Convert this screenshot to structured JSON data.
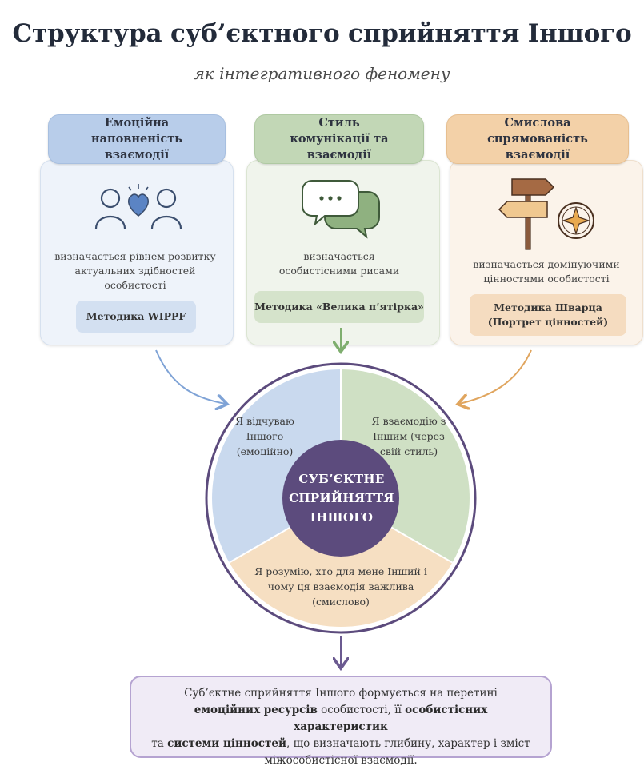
{
  "title": "Структура суб’єктного сприйняття Іншого",
  "subtitle": "як інтегративного феномену",
  "cards": [
    {
      "heading": "Емоційна наповненість взаємодії",
      "description": "визначається рівнем розвитку актуальних здібностей особистості",
      "method": "Методика WIPPF",
      "icon": "people-heart-icon",
      "color": "#b8cdea"
    },
    {
      "heading": "Стиль комунікації та взаємодії",
      "description": "визначається особистісними рисами",
      "method": "Методика «Велика п’ятірка»",
      "icon": "speech-bubbles-icon",
      "color": "#c2d7b6"
    },
    {
      "heading": "Смислова спрямованість взаємодії",
      "description": "визначається домінуючими цінностями особистості",
      "method": "Методика Шварца (Портрет цінностей)",
      "icon": "signpost-compass-icon",
      "color": "#f3d1a8"
    }
  ],
  "segments": {
    "emotional": "Я відчуваю Іншого (емоційно)",
    "style": "Я взаємодію з Іншим (через свій стиль)",
    "meaning": "Я розумію, хто для мене Інший і чому ця взаємодія важлива (смислово)"
  },
  "center": "СУБ’ЄКТНЕ СПРИЙНЯТТЯ ІНШОГО",
  "summary": {
    "part1": "Суб’єктне сприйняття Іншого формується на перетині",
    "bold1": "емоційних ресурсів",
    "part2": " особистості, її ",
    "bold2": "особистісних характеристик",
    "part3": "та ",
    "bold3": "системи цінностей",
    "part4": ", що визначають глибину, характер і зміст міжособистісної взаємодії."
  },
  "colors": {
    "blue": "#b8cdea",
    "green": "#c2d7b6",
    "orange": "#f3d1a8",
    "purple": "#5c4b7d"
  }
}
